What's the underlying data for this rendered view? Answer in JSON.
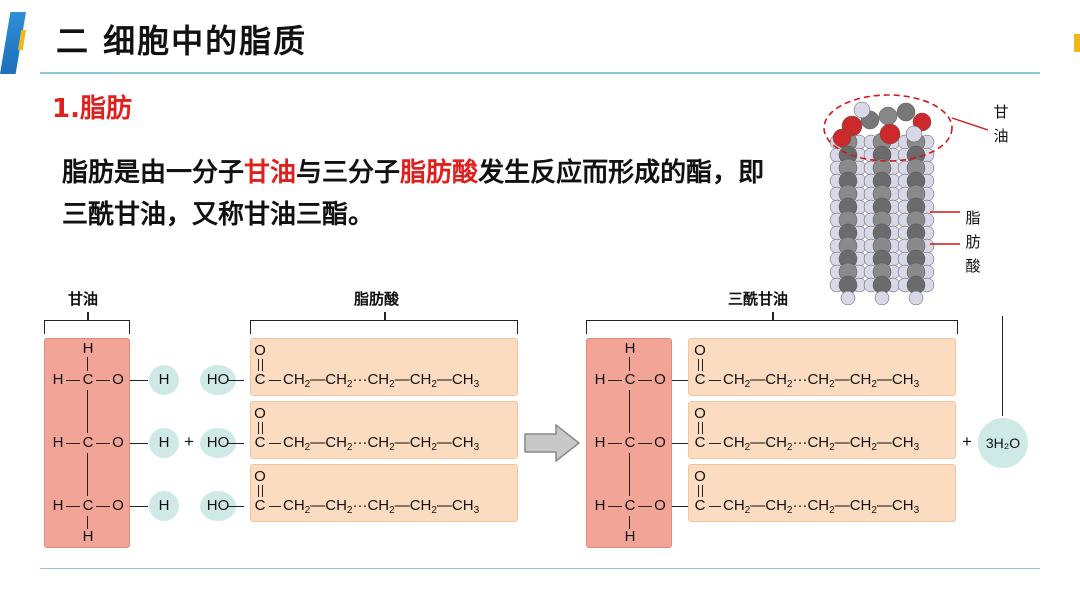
{
  "page": {
    "title": "二  细胞中的脂质",
    "section_heading": "1.脂肪",
    "definition": {
      "part1": "脂肪是由一分子",
      "red1": "甘油",
      "part2": "与三分子",
      "red2": "脂肪酸",
      "part3": "发生反应而形成的酯，即三酰甘油，又称甘油三酯。"
    }
  },
  "diagram": {
    "labels": {
      "glycerol": "甘油",
      "fatty_acid": "脂肪酸",
      "triglyceride": "三酰甘油"
    },
    "glycerol": {
      "h": "H",
      "hc": "H",
      "c": "C",
      "o": "O"
    },
    "removed_h": "H",
    "plus": "+",
    "ho": "HO",
    "acid_chain": {
      "o": "O",
      "c": "C",
      "chain_html": "CH<span class=\"sub\">2</span>—CH<span class=\"sub\">2</span>···CH<span class=\"sub\">2</span>—CH<span class=\"sub\">2</span>—CH<span class=\"sub\">3</span>"
    },
    "water": "3H₂O"
  },
  "molecule_labels": {
    "glycerol": "甘油",
    "fatty_acid": "脂肪酸"
  },
  "colors": {
    "red_text": "#e0201c",
    "glycerol_box": "#f2a497",
    "acid_box": "#fbdcc0",
    "circle": "#cfe9e6"
  }
}
